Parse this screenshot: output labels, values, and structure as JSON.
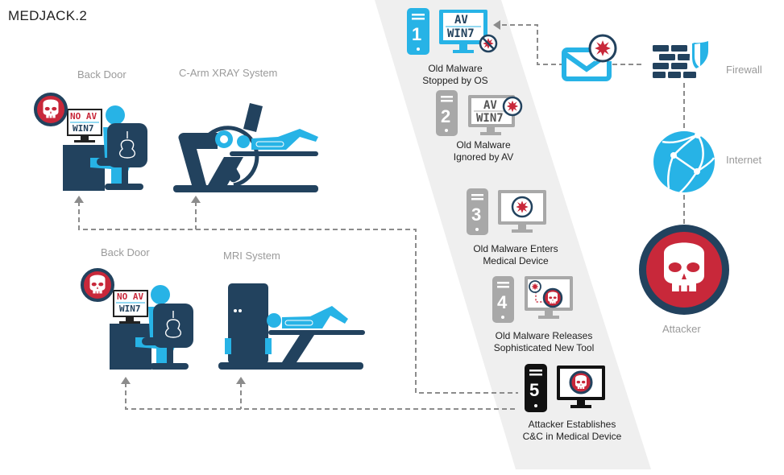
{
  "title": "MEDJACK.2",
  "colors": {
    "navy": "#22425e",
    "cyan": "#27b3e6",
    "red": "#c8283a",
    "gray": "#a8a8a8",
    "band": "#efefef",
    "line": "#8c8c8c"
  },
  "left": {
    "top_row": {
      "backdoor_label": "Back Door",
      "device_label": "C-Arm XRAY System",
      "monitor_line1": "NO AV",
      "monitor_line2": "WIN7"
    },
    "bottom_row": {
      "backdoor_label": "Back Door",
      "device_label": "MRI System",
      "monitor_line1": "NO AV",
      "monitor_line2": "WIN7"
    }
  },
  "steps": [
    {
      "number": "1",
      "screen_line1": "AV",
      "screen_line2": "WIN7",
      "label_line1": "Old Malware",
      "label_line2": "Stopped by OS"
    },
    {
      "number": "2",
      "screen_line1": "AV",
      "screen_line2": "WIN7",
      "label_line1": "Old Malware",
      "label_line2": "Ignored by AV"
    },
    {
      "number": "3",
      "label_line1": "Old Malware Enters",
      "label_line2": "Medical Device"
    },
    {
      "number": "4",
      "label_line1": "Old Malware Releases",
      "label_line2": "Sophisticated New Tool"
    },
    {
      "number": "5",
      "label_line1": "Attacker Establishes",
      "label_line2": "C&C in Medical Device"
    }
  ],
  "right": {
    "firewall_label": "Firewall",
    "internet_label": "Internet",
    "attacker_label": "Attacker"
  }
}
